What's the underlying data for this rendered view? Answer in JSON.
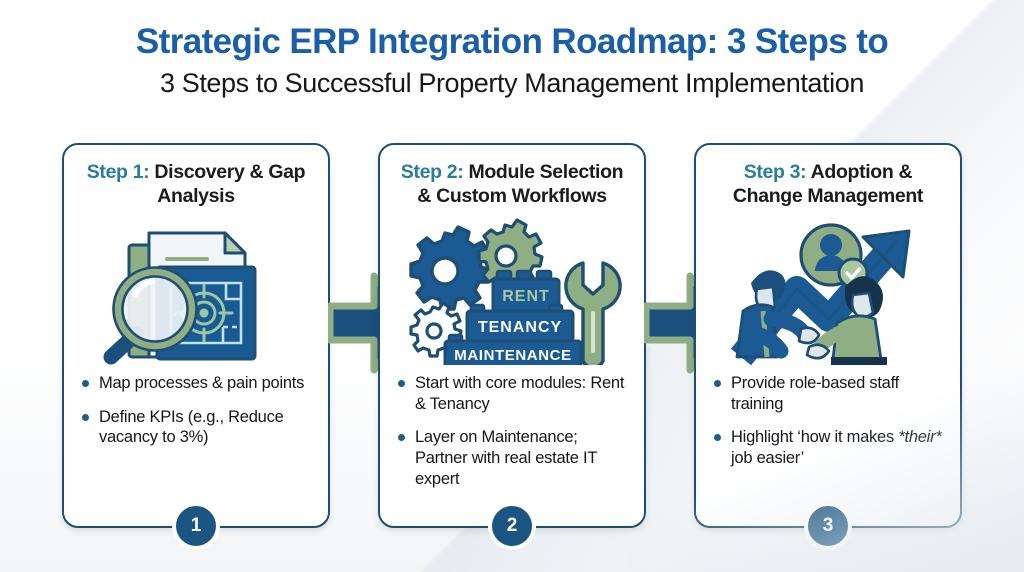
{
  "header": {
    "title": "Strategic ERP Integration Roadmap: 3 Steps to",
    "subtitle": "3 Steps to Successful Property Management Implementation"
  },
  "colors": {
    "title_blue": "#1a5fa8",
    "step_label_teal": "#2a7ca3",
    "card_border": "#1d4e73",
    "badge_blue": "#1b5582",
    "bullet_blue": "#1d5c8c",
    "accent_green": "#8aab7e",
    "deep_blue": "#1b4f7e",
    "body_text": "#15171a"
  },
  "cards": [
    {
      "step_label": "Step 1:",
      "heading": " Discovery & Gap Analysis",
      "badge": "1",
      "illustration": "magnifier-blueprint-documents-icon",
      "bullets": [
        "Map processes & pain points",
        "Define KPIs (e.g., Reduce vacancy to 3%)"
      ]
    },
    {
      "step_label": "Step 2:",
      "heading": " Module Selection & Custom Workflows",
      "badge": "2",
      "illustration": "gears-wrench-module-blocks-icon",
      "blocks": [
        "RENT",
        "TENANCY",
        "MAINTENANCE"
      ],
      "bullets": [
        "Start with core modules: Rent & Tenancy",
        "Layer on Maintenance; Partner with real estate IT expert"
      ]
    },
    {
      "step_label": "Step 3:",
      "heading": " Adoption & Change Management",
      "badge": "3",
      "illustration": "handshake-growth-arrow-user-check-icon",
      "bullets": [
        "Provide role-based staff training",
        "Highlight 'how it makes *their* job easier'"
      ],
      "bullet2_prefix": "Highlight ‘how it makes ",
      "bullet2_italic": "*their*",
      "bullet2_suffix": " job easier’"
    }
  ],
  "connectors": [
    {
      "name": "arrow-step1-to-step2"
    },
    {
      "name": "arrow-step2-to-step3"
    }
  ]
}
